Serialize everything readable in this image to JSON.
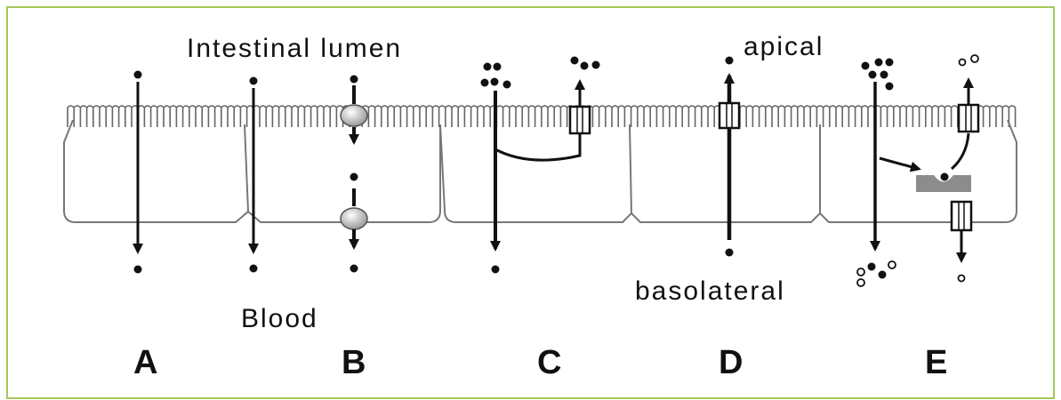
{
  "labels": {
    "lumen": "Intestinal lumen",
    "blood": "Blood",
    "apical": "apical",
    "basolateral": "basolateral"
  },
  "panels": [
    "A",
    "B",
    "C",
    "D",
    "E"
  ],
  "colors": {
    "frame": "#a5c85a",
    "ink": "#111111",
    "membrane": "#7a7a7a",
    "transporter": "#d0d0d0",
    "enzyme": "#8c8c8c"
  }
}
